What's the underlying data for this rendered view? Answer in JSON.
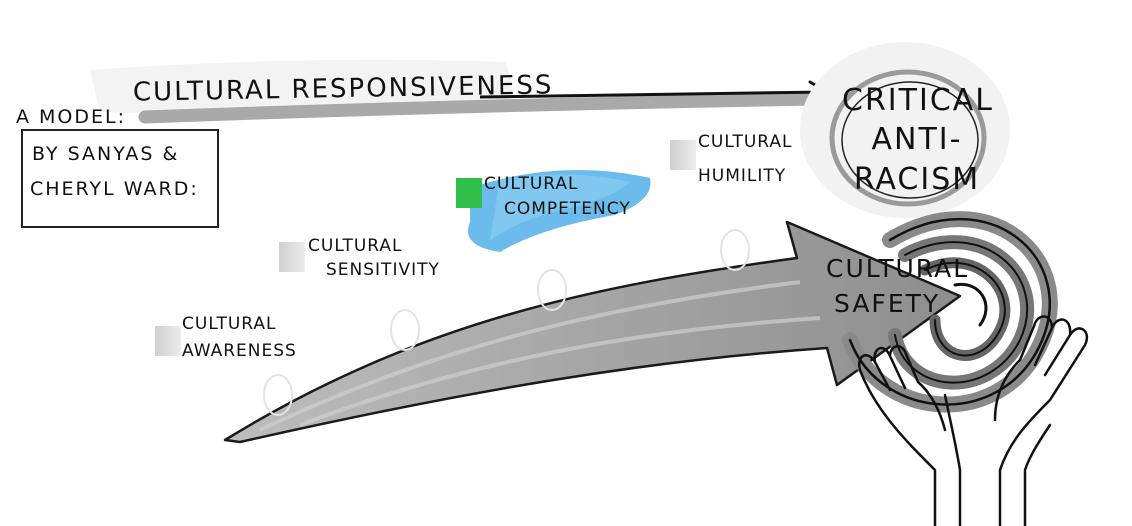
{
  "diagram": {
    "model_label": "A MODEL:",
    "attribution_lines": [
      "BY SANYAS &",
      "CHERYL WARD:"
    ],
    "spectrum_title": "CULTURAL RESPONSIVENESS",
    "destination_lines": [
      "CRITICAL",
      "ANTI-",
      "RACISM"
    ],
    "stages": [
      {
        "lines": [
          "CULTURAL",
          "AWARENESS"
        ],
        "swatch": "#d6d6d6"
      },
      {
        "lines": [
          "CULTURAL",
          "SENSITIVITY"
        ],
        "swatch": "#d6d6d6"
      },
      {
        "lines": [
          "CULTURAL",
          "COMPETENCY"
        ],
        "swatch": "#2fbf4a"
      },
      {
        "lines": [
          "CULTURAL",
          "HUMILITY"
        ],
        "swatch": "#d6d6d6"
      }
    ],
    "culmination_lines": [
      "CULTURAL",
      "SAFETY"
    ]
  },
  "colors": {
    "ink": "#111111",
    "arrow_gray": "#9a9a9a",
    "blue_wash": "#3aa6e6",
    "green_highlight": "#2fbf4a"
  }
}
